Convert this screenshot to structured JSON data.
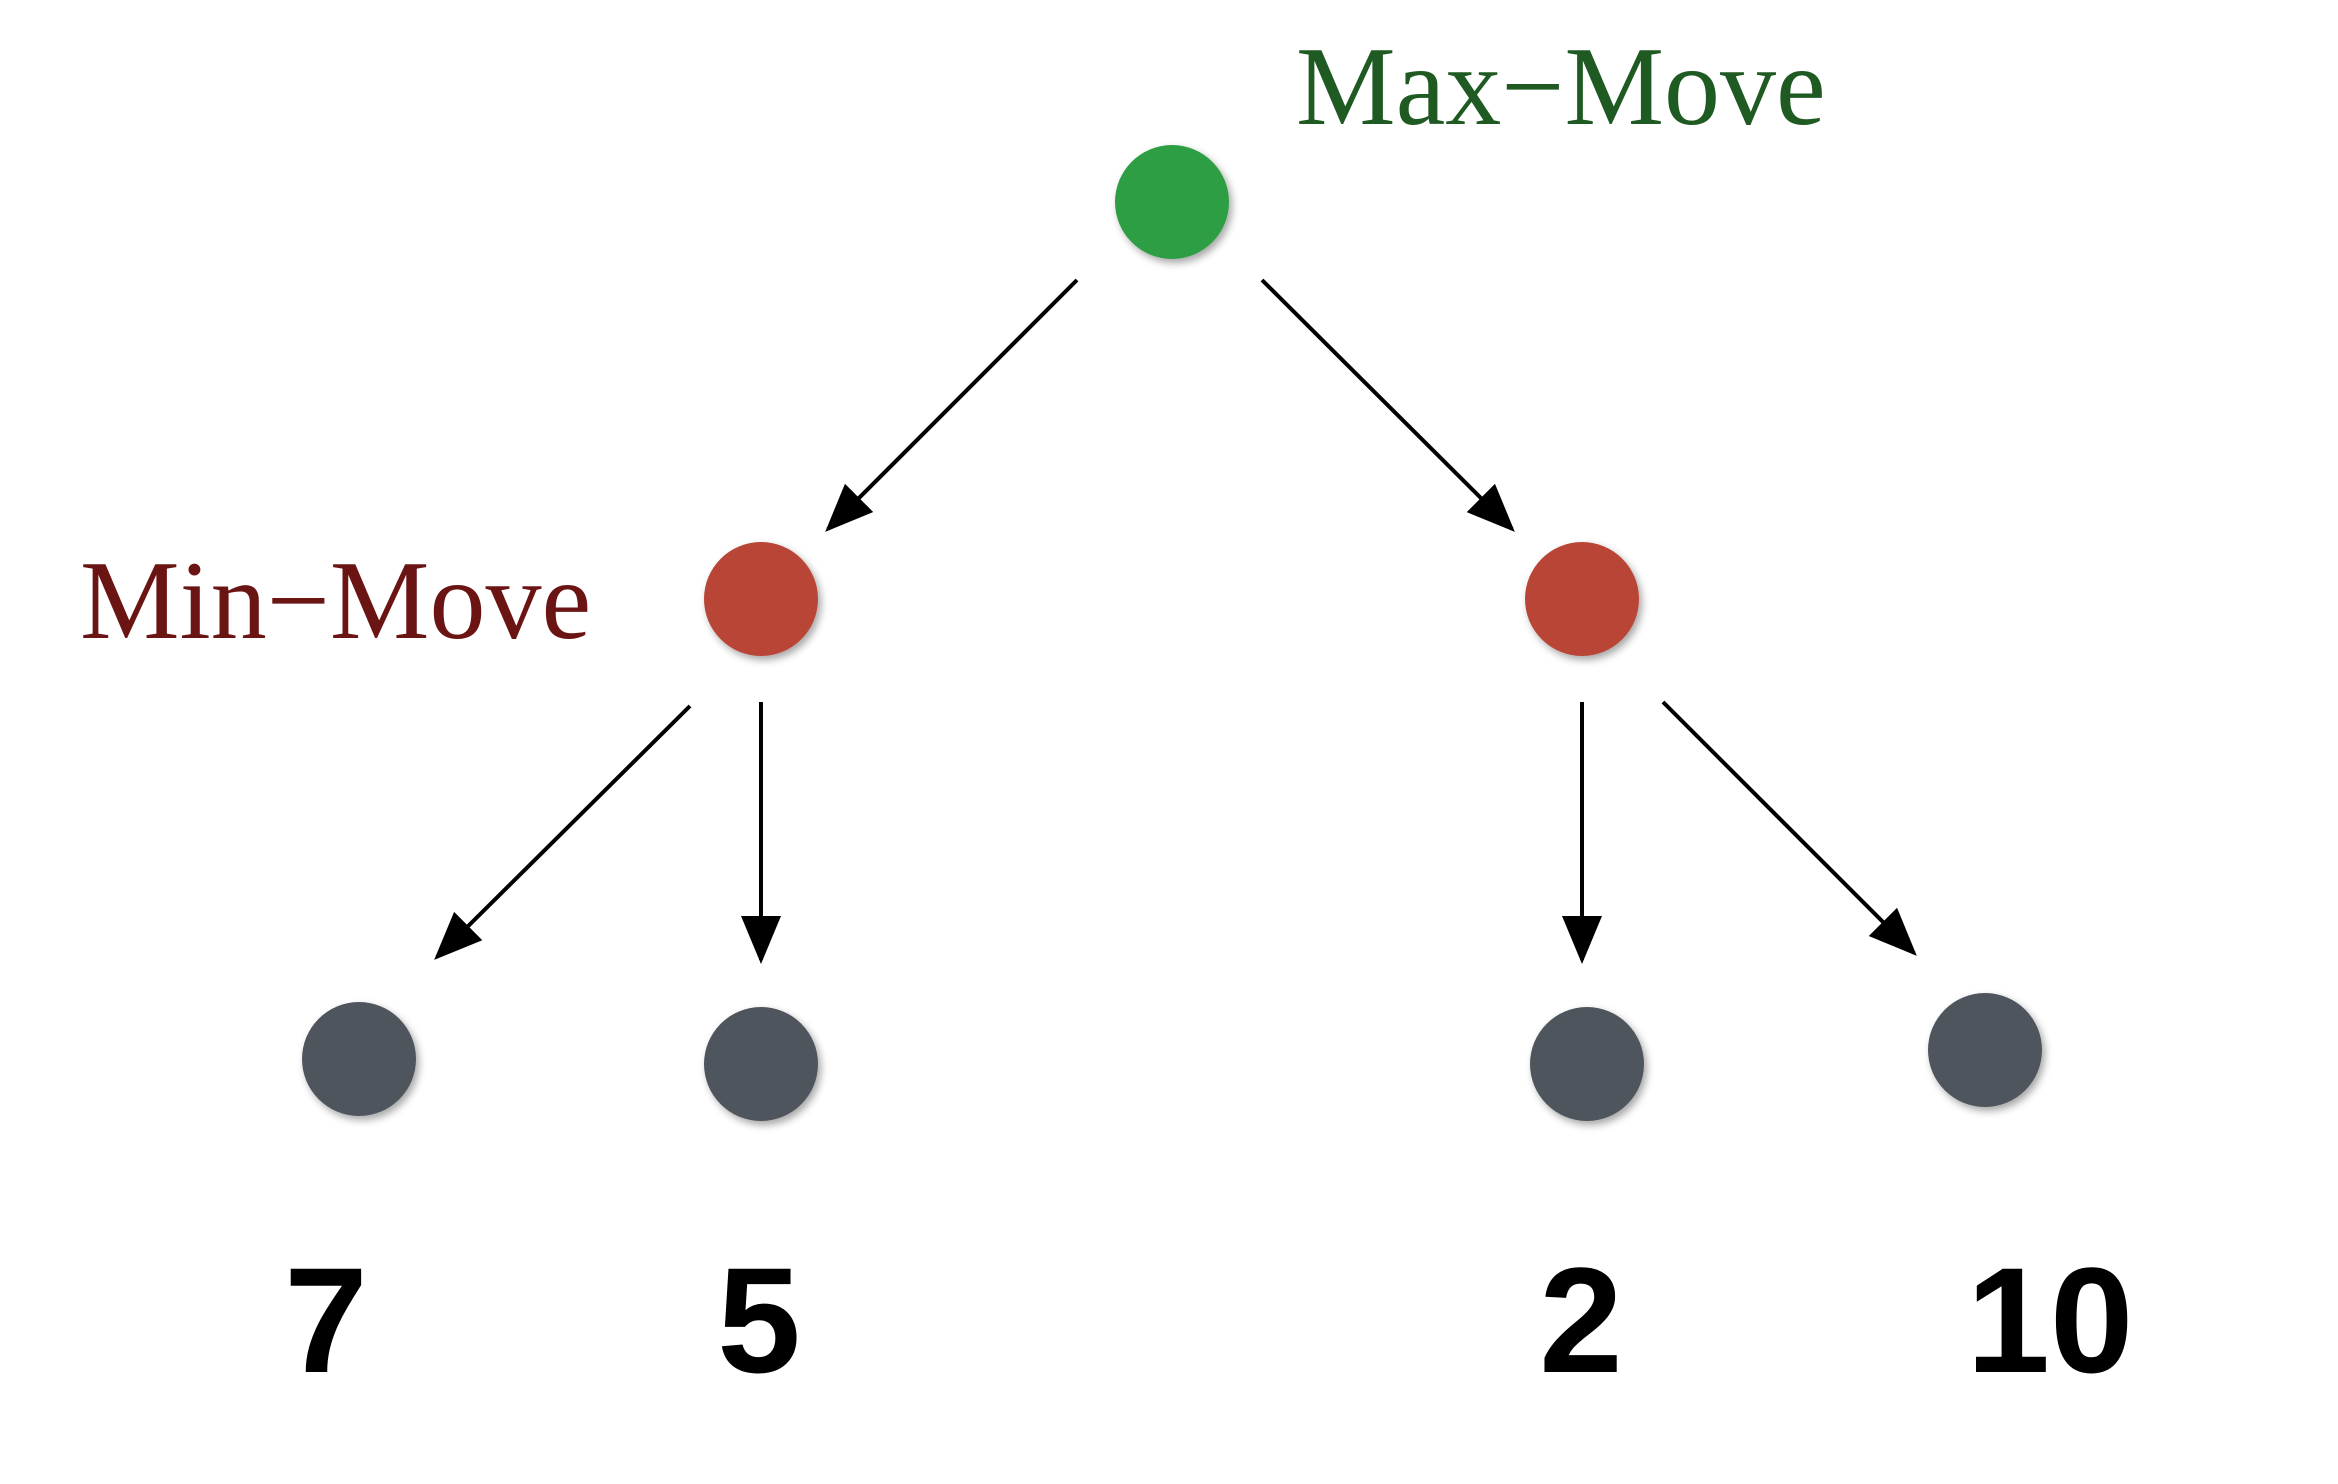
{
  "labels": {
    "max_move": "Max−Move",
    "min_move": "Min−Move"
  },
  "leaf_values": {
    "leaf_1": "7",
    "leaf_2": "5",
    "leaf_3": "2",
    "leaf_4": "10"
  },
  "colors": {
    "max_node": "#2e9e45",
    "min_node": "#b84434",
    "leaf_node": "#50555c",
    "max_label": "#1e5a22",
    "min_label": "#6b1414",
    "edge": "#000000"
  }
}
